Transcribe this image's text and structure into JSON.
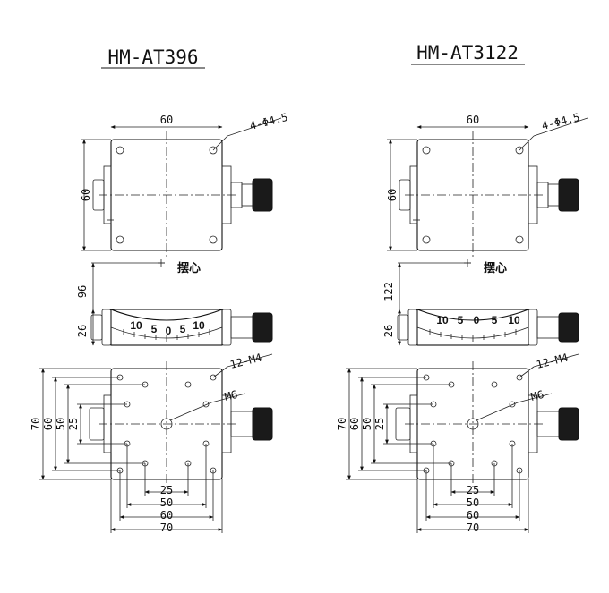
{
  "models": [
    {
      "title": "HM-AT396",
      "top_dim_width": "60",
      "top_dim_height": "60",
      "hole_label": "4-Φ4.5",
      "pivot_label": "摆心",
      "pivot_height": "96",
      "side_height": "26",
      "scale_labels": [
        "10",
        "5",
        "0",
        "5",
        "10"
      ],
      "bottom_hole_label": "12-M4",
      "center_thread_label": "M6",
      "vertical_dims": [
        "70",
        "60",
        "50",
        "25"
      ],
      "horizontal_dims": [
        "25",
        "50",
        "60",
        "70"
      ]
    },
    {
      "title": "HM-AT3122",
      "top_dim_width": "60",
      "top_dim_height": "60",
      "hole_label": "4-Φ4.5",
      "pivot_label": "摆心",
      "pivot_height": "122",
      "side_height": "26",
      "scale_labels": [
        "10",
        "5",
        "0",
        "5",
        "10"
      ],
      "bottom_hole_label": "12-M4",
      "center_thread_label": "M6",
      "vertical_dims": [
        "70",
        "60",
        "50",
        "25"
      ],
      "horizontal_dims": [
        "25",
        "50",
        "60",
        "70"
      ]
    }
  ]
}
